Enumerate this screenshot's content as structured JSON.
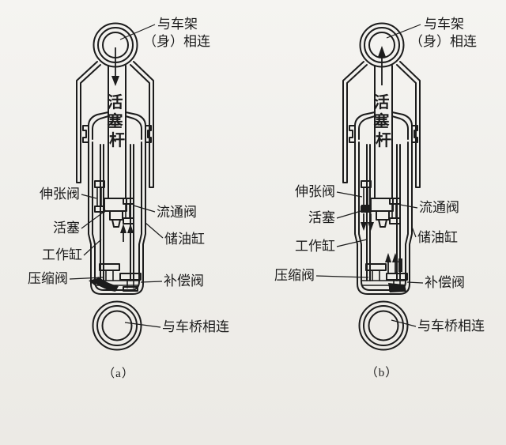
{
  "page": {
    "background_top": "#f5f4f1",
    "background_bottom": "#eceae5",
    "line_color": "#1c1c1c"
  },
  "labels": {
    "top_connection_line1": "与车架",
    "top_connection_line2": "（身）相连",
    "piston_rod_chars": [
      "活",
      "塞",
      "杆"
    ],
    "extension_valve": "伸张阀",
    "piston": "活塞",
    "working_cylinder": "工作缸",
    "compression_valve": "压缩阀",
    "flow_valve": "流通阀",
    "reserve_cylinder": "储油缸",
    "compensation_valve": "补偿阀",
    "bottom_connection": "与车桥相连"
  },
  "captions": {
    "a": "（a）",
    "b": "（b）"
  }
}
